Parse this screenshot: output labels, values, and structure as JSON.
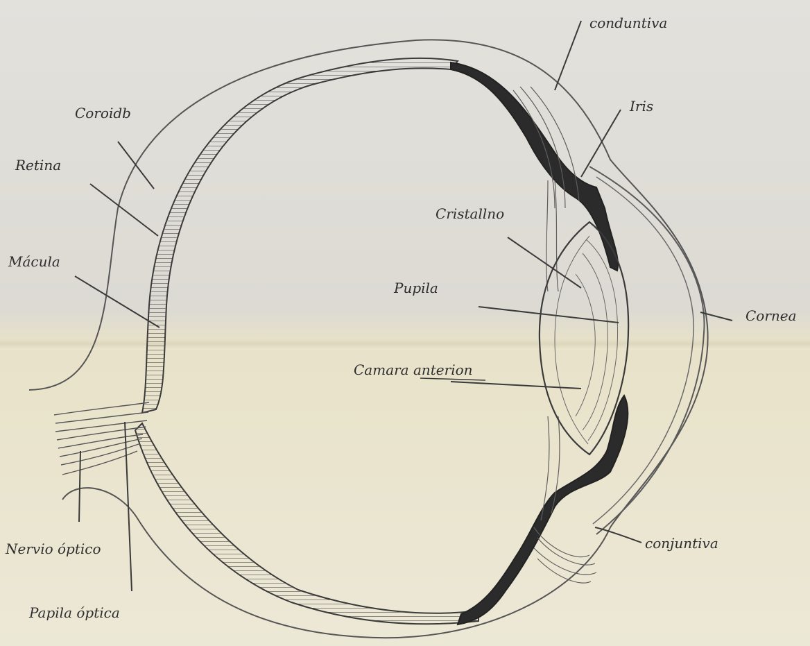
{
  "labels": {
    "conjuntiva_top": "conduntiva",
    "iris": "Iris",
    "coroides": "Coroidb",
    "retina": "Retina",
    "cristalino": "Cristallno",
    "macula": "Mácula",
    "pupila": "Pupila",
    "cornea": "Cornea",
    "camara_anterior": "Camara anterion",
    "nervio_optico": "Nervio óptico",
    "conjuntiva_bottom": "conjuntiva",
    "papila_optica": "Papila óptica"
  },
  "colors": {
    "pencil": "#3a3a3a",
    "pencil_dark": "#262626",
    "pencil_light": "#6e6e6e",
    "paper": "#e3e1dc"
  }
}
